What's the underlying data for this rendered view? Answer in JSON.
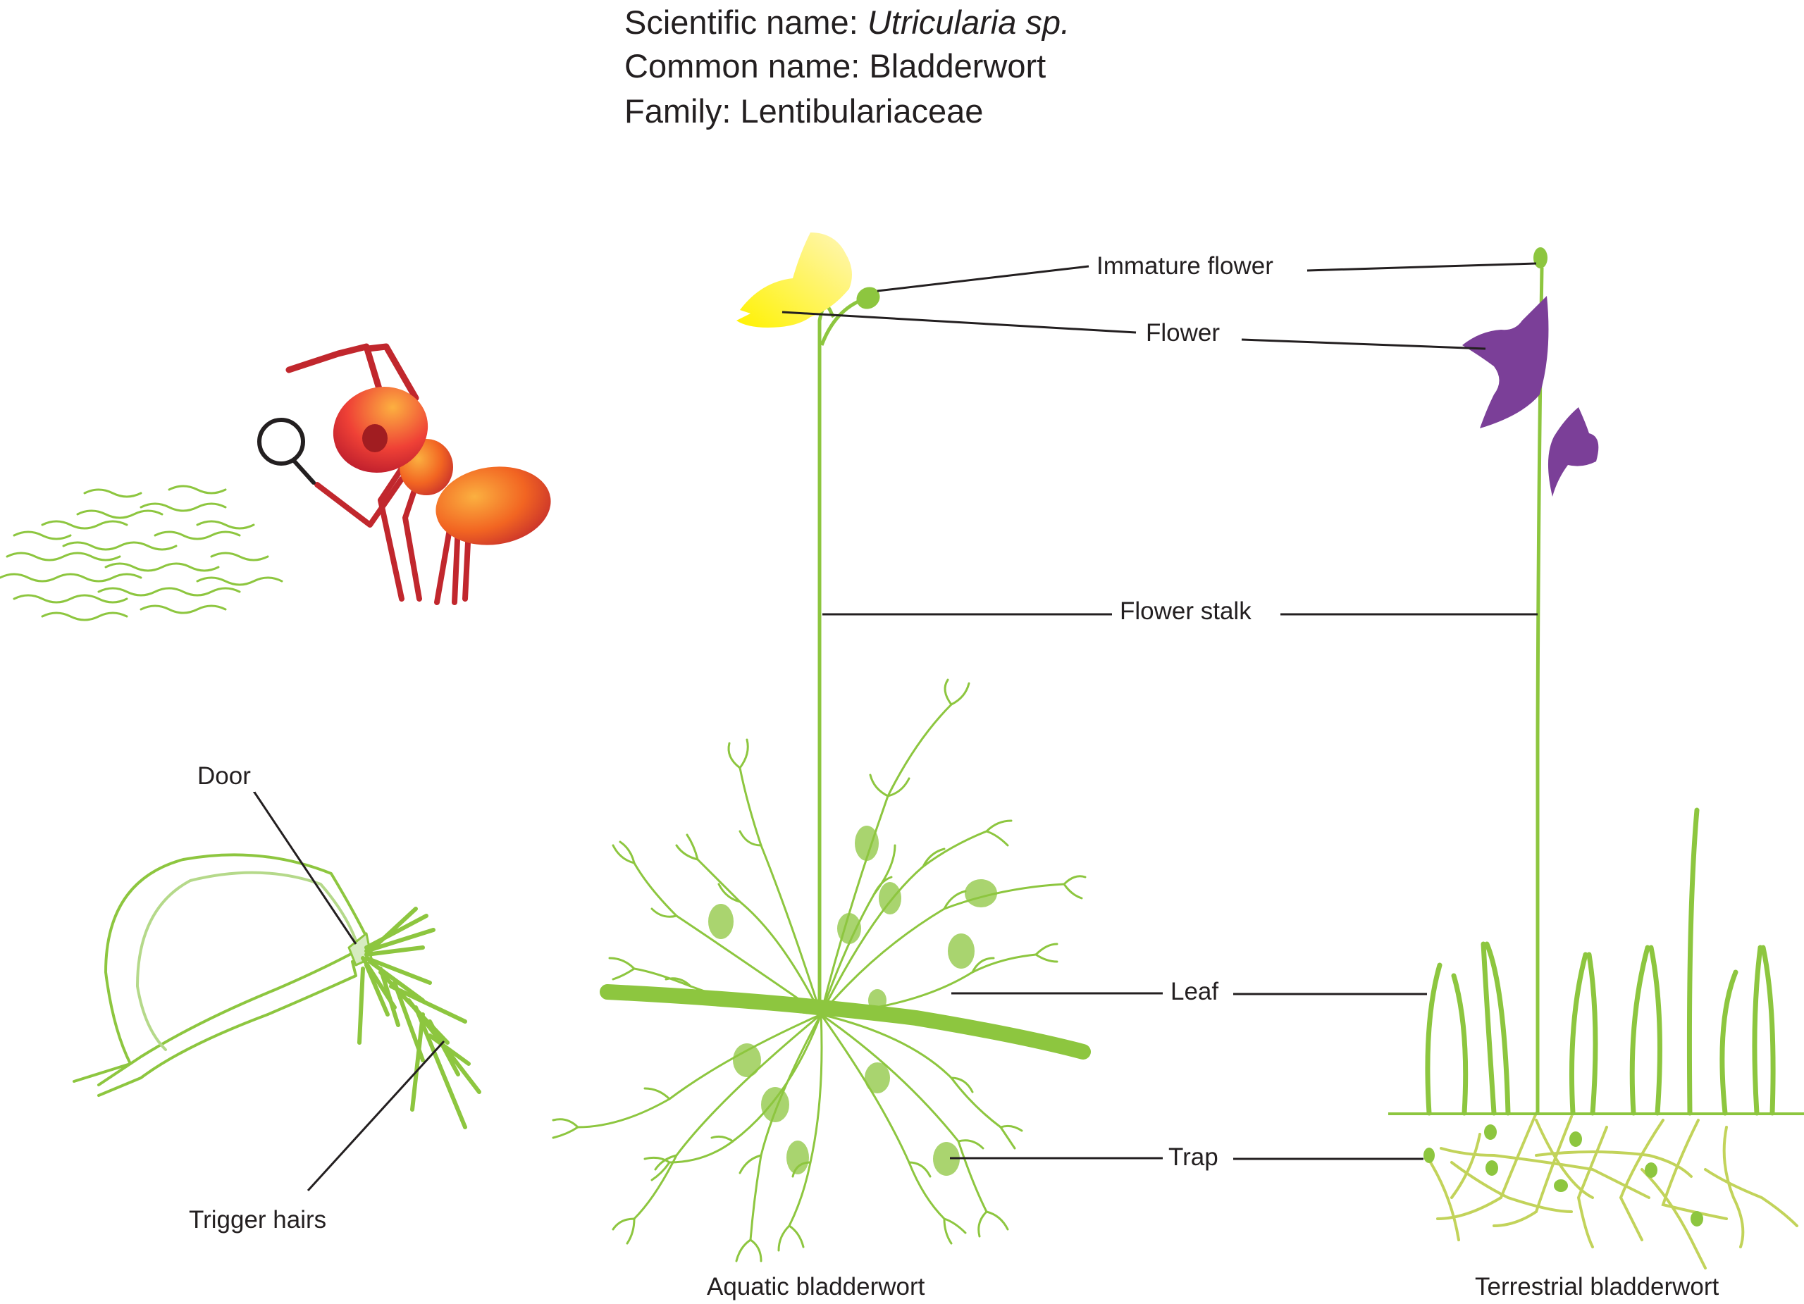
{
  "header": {
    "scientific_label": "Scientific name:",
    "scientific_value": "Utricularia sp.",
    "common": "Common name: Bladderwort",
    "family": "Family: Lentibulariaceae"
  },
  "labels": {
    "immature_flower": "Immature flower",
    "flower": "Flower",
    "flower_stalk": "Flower  stalk",
    "leaf": "Leaf",
    "trap": "Trap",
    "door": "Door",
    "trigger_hairs": "Trigger hairs"
  },
  "captions": {
    "aquatic": "Aquatic bladderwort",
    "terrestrial": "Terrestrial bladderwort"
  },
  "colors": {
    "plant_green": "#8dc63f",
    "light_green": "#b5d98a",
    "root_green": "#c2d35a",
    "flower_yellow": "#ffe94a",
    "flower_purple": "#7b3f98",
    "ant_red": "#c1272d",
    "ant_orange": "#f7941d",
    "line_black": "#231f20"
  }
}
